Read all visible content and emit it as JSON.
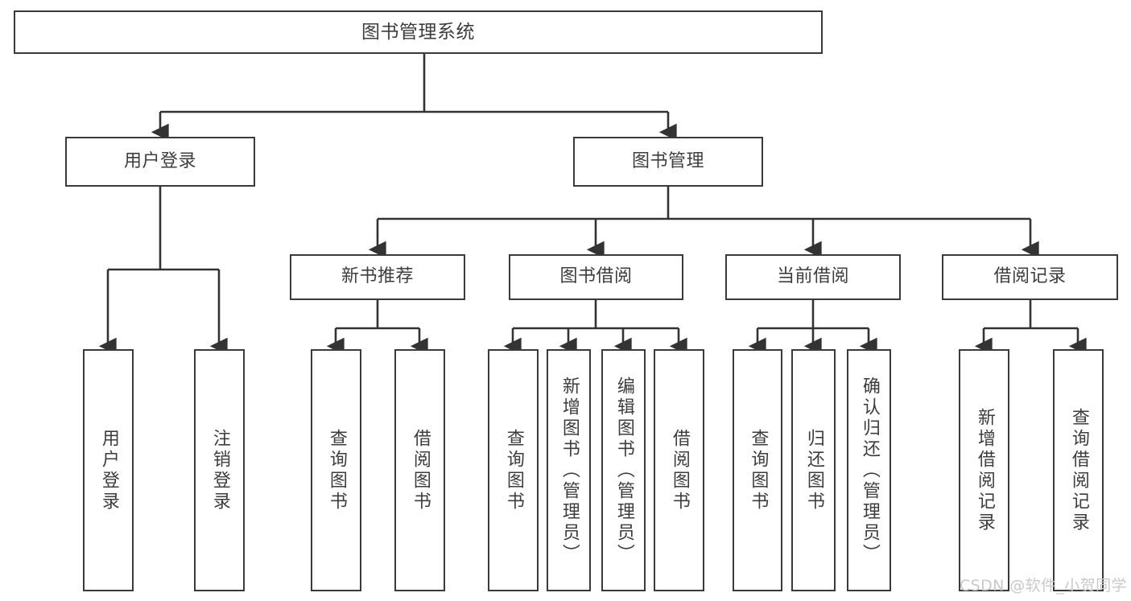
{
  "diagram": {
    "title": "图书管理系统",
    "type": "tree-hierarchy",
    "watermark": "CSDN @软件_小贺同学",
    "colors": {
      "box_border": "#3a3a3a",
      "box_fill": "#ffffff",
      "edge": "#333333",
      "text": "#3d3d3d",
      "watermark": "#c9c9c9"
    },
    "nodes": {
      "root": {
        "label": "图书管理系统"
      },
      "level2": [
        {
          "label": "用户登录"
        },
        {
          "label": "图书管理"
        }
      ],
      "level3": [
        {
          "label": "新书推荐"
        },
        {
          "label": "图书借阅"
        },
        {
          "label": "当前借阅"
        },
        {
          "label": "借阅记录"
        }
      ],
      "leaves": {
        "user_login": [
          {
            "label": "用户登录"
          },
          {
            "label": "注销登录"
          }
        ],
        "new_book_recommend": [
          {
            "label": "查询图书"
          },
          {
            "label": "借阅图书"
          }
        ],
        "book_borrow": [
          {
            "label": "查询图书"
          },
          {
            "label": "新增图书（管理员）"
          },
          {
            "label": "编辑图书（管理员）"
          },
          {
            "label": "借阅图书"
          }
        ],
        "current_borrow": [
          {
            "label": "查询图书"
          },
          {
            "label": "归还图书"
          },
          {
            "label": "确认归还（管理员）"
          }
        ],
        "borrow_record": [
          {
            "label": "新增借阅记录"
          },
          {
            "label": "查询借阅记录"
          }
        ]
      }
    }
  }
}
